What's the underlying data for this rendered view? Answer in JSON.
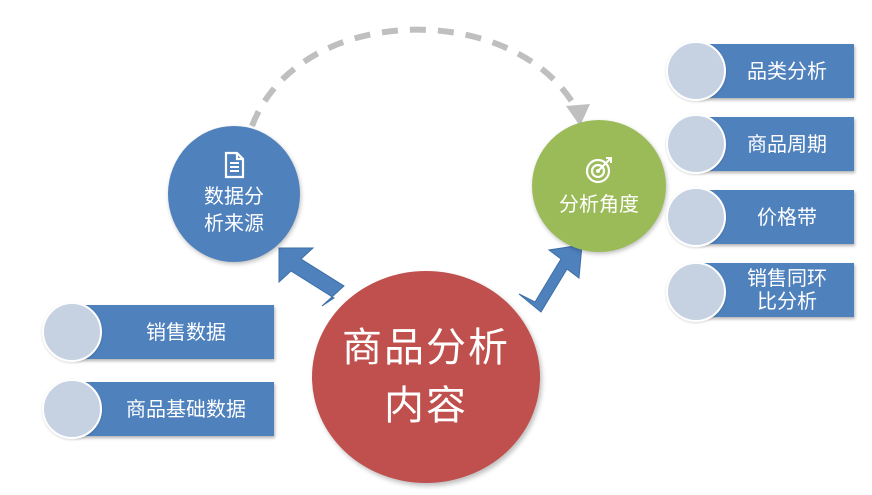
{
  "center": {
    "line1": "商品分析",
    "line2": "内容"
  },
  "source_node": {
    "line1": "数据分",
    "line2": "析来源",
    "icon": "document-icon"
  },
  "angle_node": {
    "label": "分析角度",
    "icon": "target-icon"
  },
  "sources": [
    {
      "label": "销售数据"
    },
    {
      "label": "商品基础数据"
    }
  ],
  "angles": [
    {
      "label": "品类分析"
    },
    {
      "label": "商品周期"
    },
    {
      "label": "价格带"
    },
    {
      "line1": "销售同环",
      "line2": "比分析"
    }
  ],
  "colors": {
    "center": "#c0504d",
    "blue": "#4f81bd",
    "green": "#9bbb59",
    "bubble": "#c6d1e2",
    "dashed_arrow": "#bfbfbf"
  }
}
